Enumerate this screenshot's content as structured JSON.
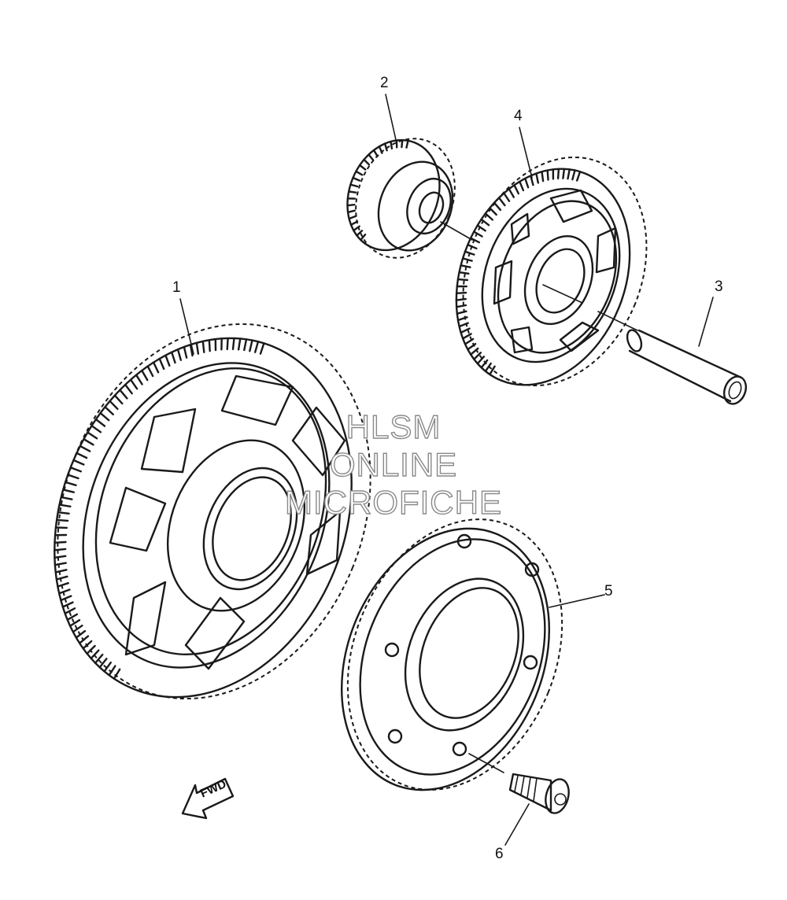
{
  "callouts": [
    {
      "number": "1",
      "part": "starter-wheel-gear"
    },
    {
      "number": "2",
      "part": "idle-gear-small"
    },
    {
      "number": "3",
      "part": "shaft"
    },
    {
      "number": "4",
      "part": "idle-gear-large"
    },
    {
      "number": "5",
      "part": "one-way-clutch-housing"
    },
    {
      "number": "6",
      "part": "bolt"
    }
  ],
  "watermark": {
    "line1": "HLSM",
    "line2": "ONLINE",
    "line3": "MICROFICHE",
    "color": "#8a8a8a"
  },
  "direction_arrow": {
    "label": "FWD",
    "icon": "fwd-arrow-icon"
  },
  "colors": {
    "ink": "#1a1a1a",
    "background": "#ffffff"
  }
}
